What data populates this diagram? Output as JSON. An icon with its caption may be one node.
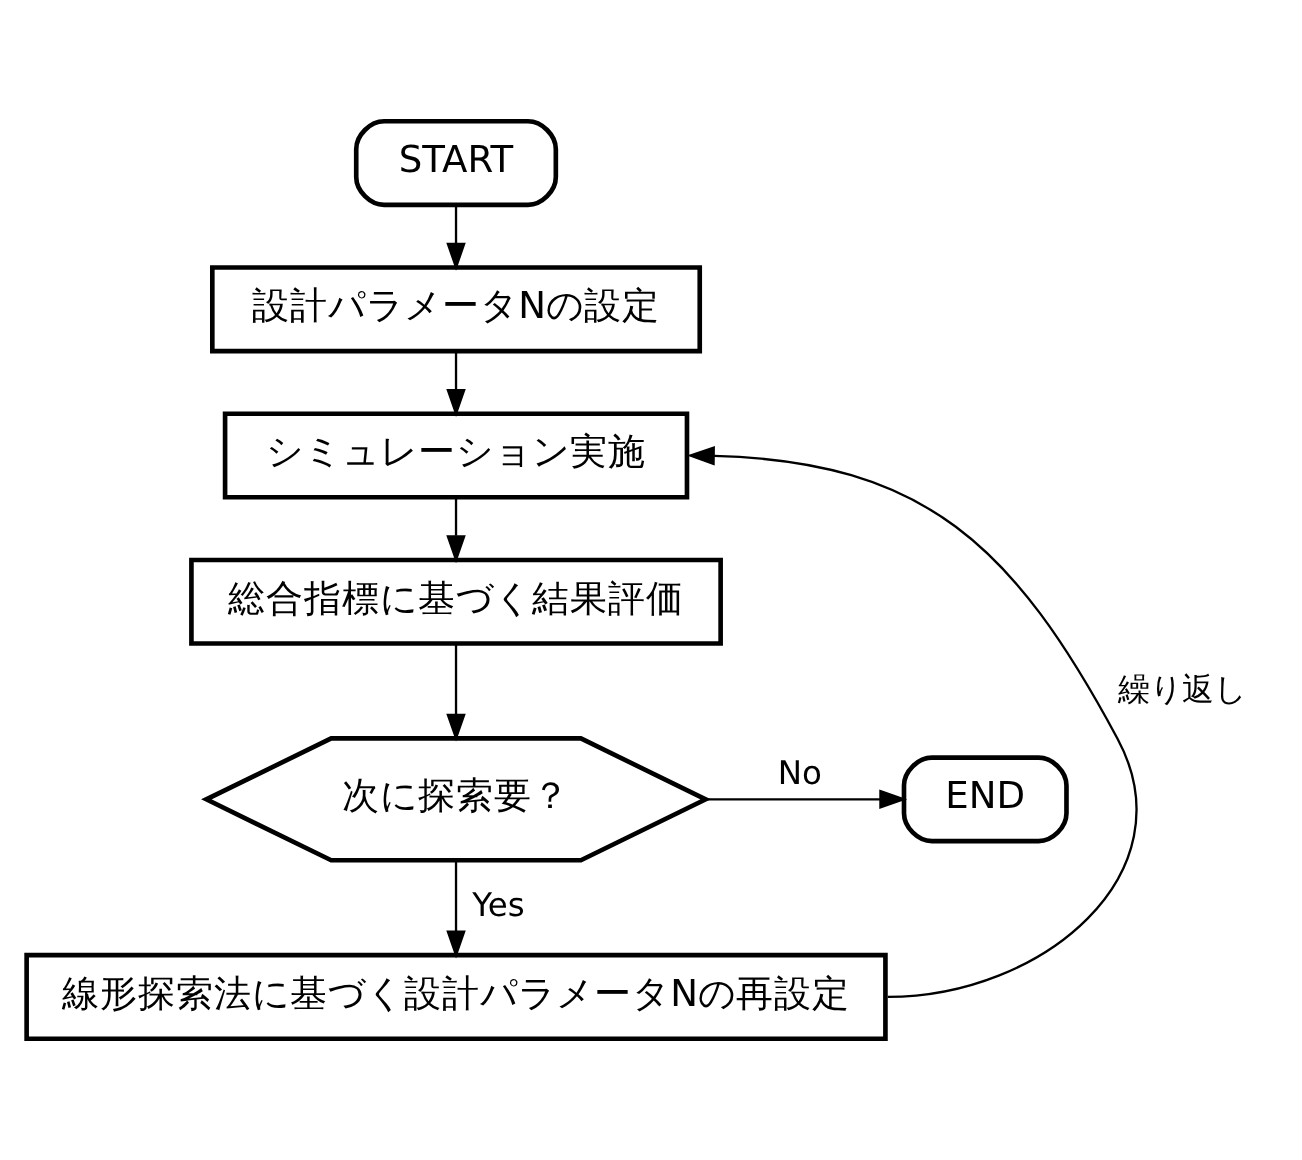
{
  "diagram": {
    "nodes": [
      {
        "text": [
          "START"
        ]
      },
      {
        "text": [
          "設計パラメータNの設定"
        ]
      },
      {
        "text": [
          "シミュレーション実施"
        ]
      },
      {
        "text": [
          "総合指標に基づく結果評価"
        ]
      },
      {
        "text": [
          "次に探索要？"
        ]
      },
      {
        "text": [
          "END"
        ]
      },
      {
        "text": [
          "線形探索法に基づく設計パラメータNの再設定"
        ]
      }
    ],
    "edges": [
      {
        "from": 0,
        "to": 1,
        "arrow": "to"
      },
      {
        "from": 1,
        "to": 2,
        "arrow": "to"
      },
      {
        "from": 2,
        "to": 3,
        "arrow": "to"
      },
      {
        "from": 3,
        "to": 4,
        "arrow": "to"
      },
      {
        "from": 4,
        "to": 5,
        "arrow": "to",
        "label": "No"
      },
      {
        "from": 4,
        "to": 6,
        "arrow": "to",
        "label": "Yes"
      },
      {
        "from": 6,
        "to": 2,
        "arrow": "to",
        "label": "繰り返し"
      }
    ]
  }
}
